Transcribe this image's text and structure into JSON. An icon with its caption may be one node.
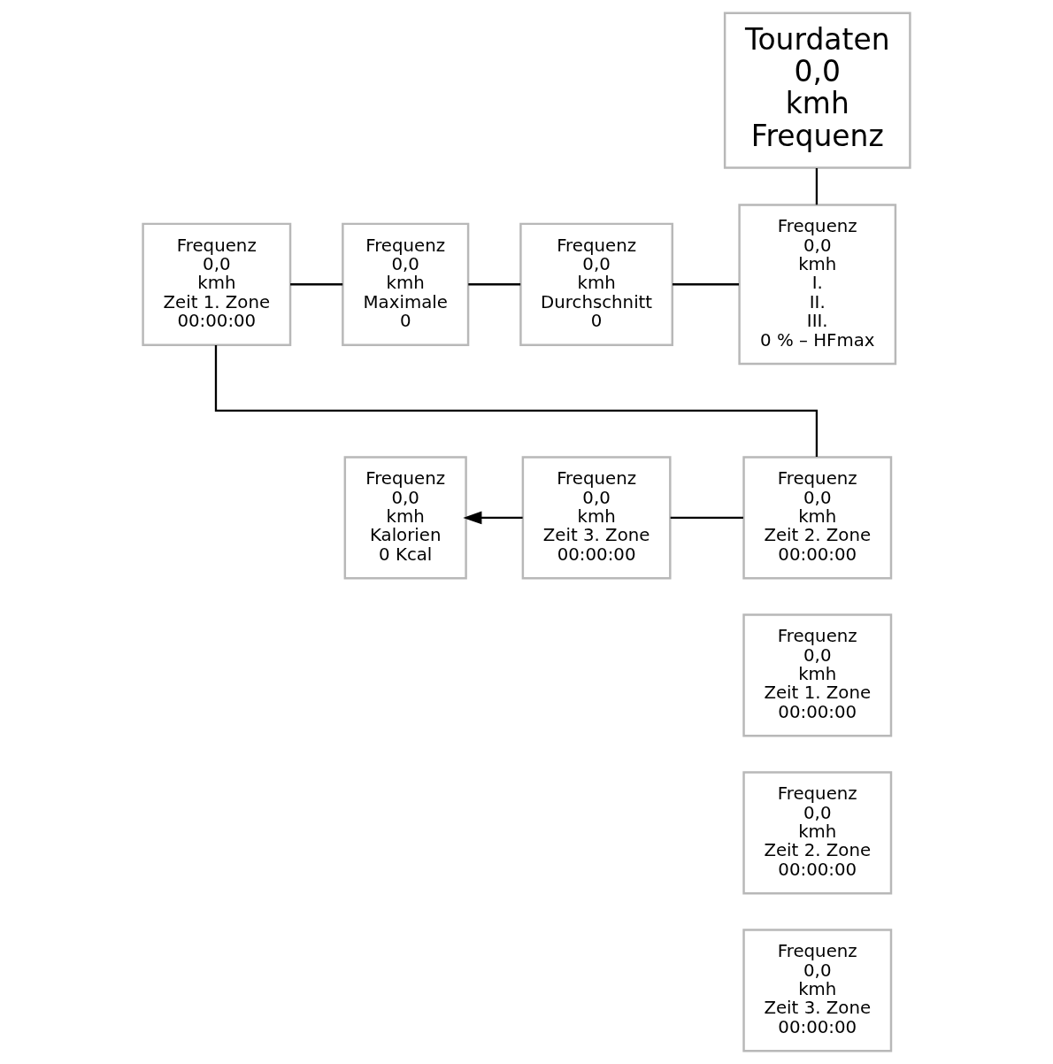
{
  "diagram": {
    "nodes": [
      {
        "text": [
          "Tourdaten",
          "0,0",
          "kmh",
          "Frequenz"
        ]
      },
      {
        "text": [
          "Frequenz",
          "0,0",
          "kmh",
          "Zeit 1. Zone",
          "00:00:00"
        ]
      },
      {
        "text": [
          "Frequenz",
          "0,0",
          "kmh",
          "Maximale",
          "0"
        ]
      },
      {
        "text": [
          "Frequenz",
          "0,0",
          "kmh",
          "Durchschnitt",
          "0"
        ]
      },
      {
        "text": [
          "Frequenz",
          "0,0",
          "kmh",
          "I.",
          "II.",
          "III.",
          "0 % – HFmax"
        ]
      },
      {
        "text": [
          "Frequenz",
          "0,0",
          "kmh",
          "Kalorien",
          "0 Kcal"
        ]
      },
      {
        "text": [
          "Frequenz",
          "0,0",
          "kmh",
          "Zeit 3. Zone",
          "00:00:00"
        ]
      },
      {
        "text": [
          "Frequenz",
          "0,0",
          "kmh",
          "Zeit 2. Zone",
          "00:00:00"
        ]
      },
      {
        "text": [
          "Frequenz",
          "0,0",
          "kmh",
          "Zeit 1. Zone",
          "00:00:00"
        ]
      },
      {
        "text": [
          "Frequenz",
          "0,0",
          "kmh",
          "Zeit 2. Zone",
          "00:00:00"
        ]
      },
      {
        "text": [
          "Frequenz",
          "0,0",
          "kmh",
          "Zeit 3. Zone",
          "00:00:00"
        ]
      }
    ],
    "edges": [
      {
        "from": 0,
        "to": 4,
        "arrow": "none"
      },
      {
        "from": 4,
        "to": 3,
        "arrow": "none"
      },
      {
        "from": 3,
        "to": 2,
        "arrow": "none"
      },
      {
        "from": 2,
        "to": 1,
        "arrow": "none"
      },
      {
        "from": 1,
        "to": 7,
        "arrow": "none"
      },
      {
        "from": 7,
        "to": 6,
        "arrow": "none"
      },
      {
        "from": 6,
        "to": 5,
        "arrow": "to"
      }
    ]
  }
}
